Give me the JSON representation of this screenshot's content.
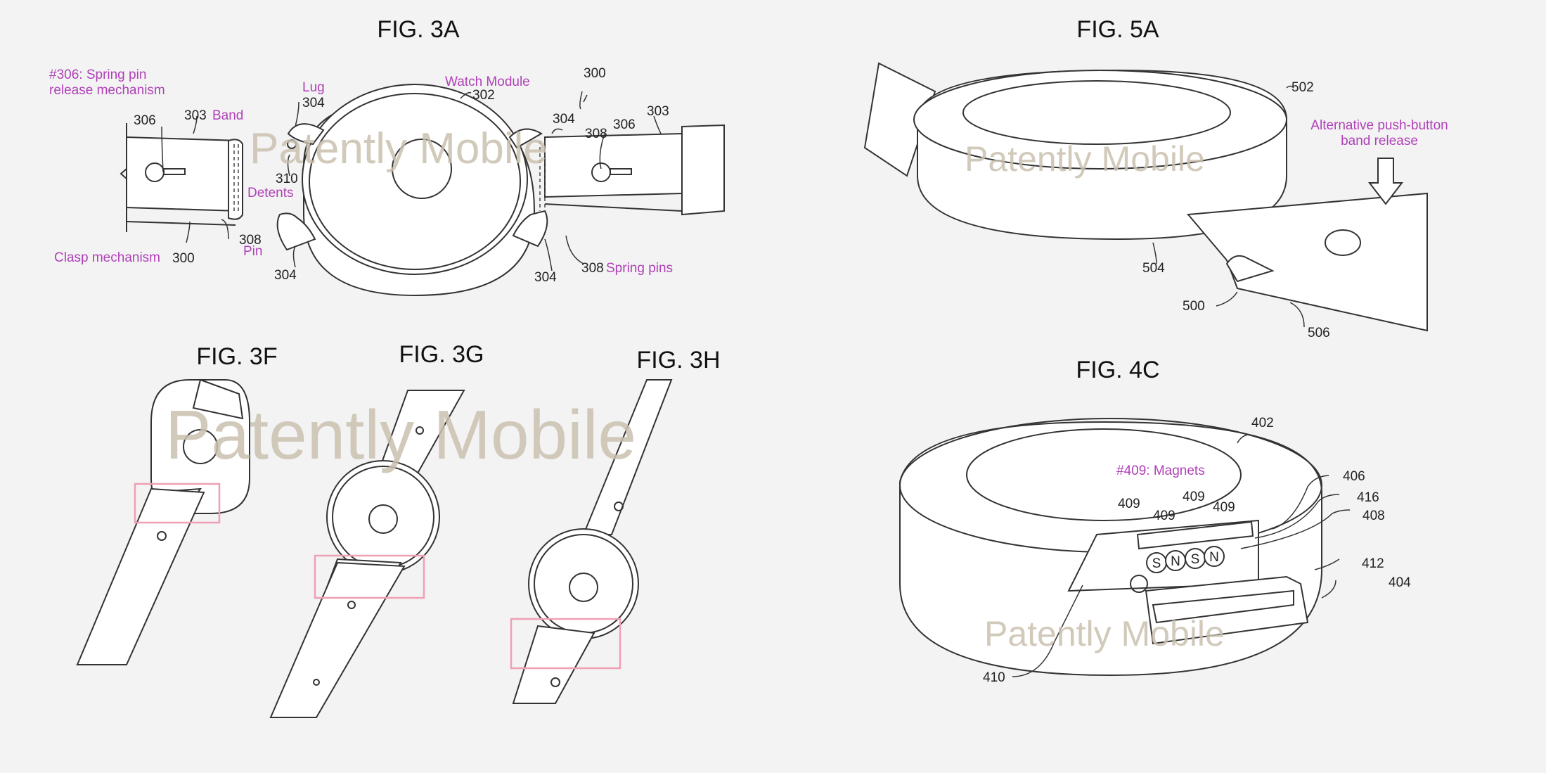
{
  "figures": {
    "fig3a": {
      "title": "FIG. 3A",
      "notes": {
        "spring_pin_1": "#306: Spring pin",
        "spring_pin_2": "release mechanism",
        "band": "Band",
        "lug": "Lug",
        "watch_module": "Watch Module",
        "detents": "Detents",
        "clasp": "Clasp mechanism",
        "pin": "Pin",
        "spring_pins": "Spring pins"
      },
      "refs": {
        "r306a": "306",
        "r303a": "303",
        "r304lug": "304",
        "r302": "302",
        "r300top": "300",
        "r304b": "304",
        "r308a": "308",
        "r306b": "306",
        "r303b": "303",
        "r310": "310",
        "r300clasp": "300",
        "r308pin": "308",
        "r304c": "304",
        "r304d": "304",
        "r308spring": "308"
      }
    },
    "fig3f": {
      "title": "FIG. 3F"
    },
    "fig3g": {
      "title": "FIG. 3G"
    },
    "fig3h": {
      "title": "FIG. 3H"
    },
    "fig5a": {
      "title": "FIG. 5A",
      "notes": {
        "alt1": "Alternative push-button",
        "alt2": "band release"
      },
      "refs": {
        "r502": "502",
        "r504": "504",
        "r500": "500",
        "r506": "506"
      }
    },
    "fig4c": {
      "title": "FIG. 4C",
      "notes": {
        "magnets": "#409: Magnets"
      },
      "refs": {
        "r402": "402",
        "r406": "406",
        "r416": "416",
        "r408": "408",
        "r409a": "409",
        "r409b": "409",
        "r409c": "409",
        "r409d": "409",
        "r412": "412",
        "r404": "404",
        "r410": "410"
      },
      "poles": [
        "S",
        "N",
        "S",
        "N"
      ]
    }
  },
  "watermark": "Patently Mobile"
}
